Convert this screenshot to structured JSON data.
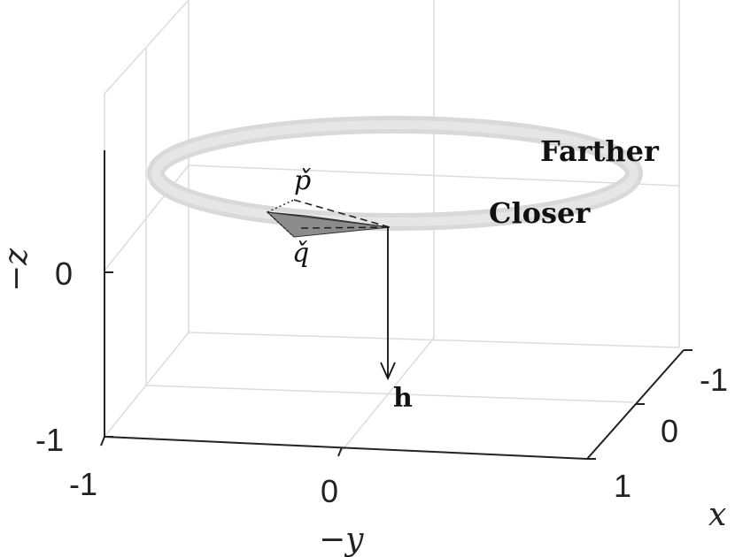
{
  "axes": {
    "x_label": "x",
    "y_label": "−y",
    "z_label": "−z",
    "x_ticks": [
      "-1",
      "0",
      "1"
    ],
    "y_ticks": [
      "-1",
      "0"
    ],
    "z_ticks": [
      "0",
      "-1"
    ]
  },
  "ring": {
    "color": "#d9d9d9"
  },
  "labels": {
    "farther": "Farther",
    "closer": "Closer",
    "p_point": "p̌",
    "q_point": "q̌",
    "h_vector": "h"
  },
  "colors": {
    "grid": "#dcdcdc",
    "axis": "#222222",
    "wedge_dark": "#8c8c8c",
    "wedge_light": "#b0b0b0"
  }
}
